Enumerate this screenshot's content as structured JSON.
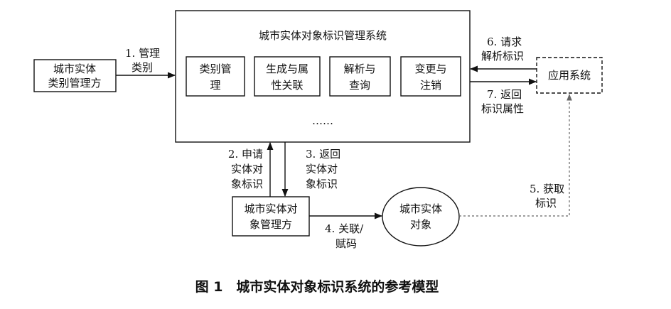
{
  "nodes": {
    "category_manager": [
      "城市实体",
      "类别管理方"
    ],
    "system_title": "城市实体对象标识管理系统",
    "module_category": [
      "类别管",
      "理"
    ],
    "module_generate": [
      "生成与属",
      "性关联"
    ],
    "module_resolve": [
      "解析与",
      "查询"
    ],
    "module_change": [
      "变更与",
      "注销"
    ],
    "ellipsis": "……",
    "app_system": "应用系统",
    "object_manager": [
      "城市实体对",
      "象管理方"
    ],
    "city_object": [
      "城市实体",
      "对象"
    ]
  },
  "edges": {
    "e1": [
      "1. 管理",
      "类别"
    ],
    "e2": [
      "2. 申请",
      "实体对",
      "象标识"
    ],
    "e3": [
      "3. 返回",
      "实体对",
      "象标识"
    ],
    "e4": [
      "4. 关联/",
      "赋码"
    ],
    "e5": [
      "5. 获取",
      "标识"
    ],
    "e6": [
      "6. 请求",
      "解析标识"
    ],
    "e7": [
      "7. 返回",
      "标识属性"
    ]
  },
  "caption": "图 1　城市实体对象标识系统的参考模型"
}
